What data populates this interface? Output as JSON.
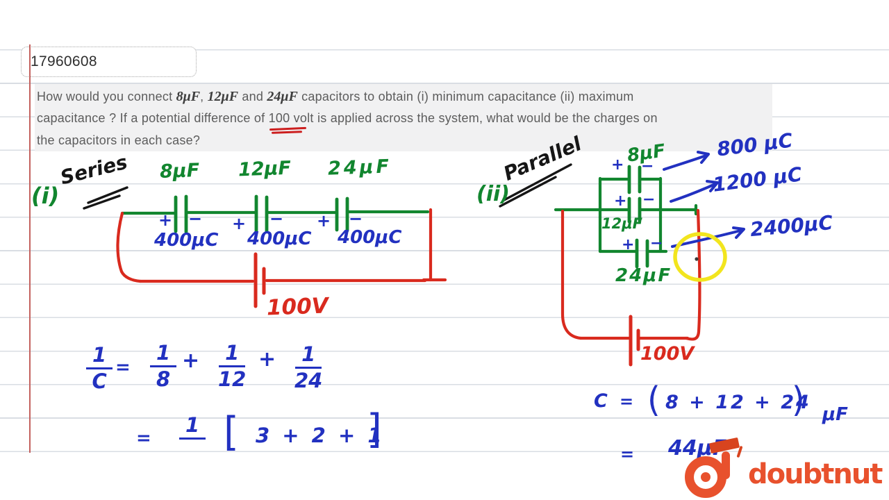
{
  "id_badge": "17960608",
  "question": {
    "l1": [
      "How would you connect ",
      "8μF",
      ", ",
      "12μF",
      " and ",
      "24μF",
      " capacitors to obtain (i) minimum capacitance (ii) maximum"
    ],
    "l2a": "capacitance ? If a potential difference of ",
    "l2b": "100 volt",
    "l2c": " is applied across the system, what would be the charges on",
    "l3": "the capacitors in each case?"
  },
  "series": {
    "index": "(i)",
    "title": "Series",
    "cap_labels": [
      "8μF",
      "12μF",
      "24μF"
    ],
    "plus": "+",
    "minus": "−",
    "charges": [
      "400μC",
      "400μC",
      "400μC"
    ],
    "battery_voltage": "100V"
  },
  "parallel": {
    "index": "(ii)",
    "title": "Parallel",
    "cap_labels": [
      "8μF",
      "12μF",
      "24μF"
    ],
    "plus": "+",
    "minus": "−",
    "charges": [
      "800 μC",
      "1200 μC",
      "2400μC"
    ],
    "battery_voltage": "100V"
  },
  "working": {
    "s1": {
      "n": "1",
      "d": "C",
      "eq": "=",
      "f1n": "1",
      "f1d": "8",
      "p1": "+",
      "f2n": "1",
      "f2d": "12",
      "p2": "+",
      "f3n": "1",
      "f3d": "24"
    },
    "s2": {
      "eq": "=",
      "fn": "1",
      "ob": "[",
      "body": "3 + 2 + 1",
      "cb": "]"
    },
    "p1": {
      "lhs": "C",
      "eq": "=",
      "op": "(",
      "body": "8 + 12 + 24",
      "cp": ")",
      "unit": "μF"
    },
    "p2": {
      "eq": "=",
      "val": "44μF"
    }
  },
  "logo": {
    "wordmark": "doubtnut"
  },
  "colors": {
    "green": "#12862f",
    "blue": "#2231c0",
    "red": "#d92a1e",
    "margin": "#c4625f",
    "rule": "#d9dde3",
    "question_bg": "#f1f1f2",
    "accent_orange": "#e8512d",
    "highlight_yellow": "#f2e51e"
  }
}
